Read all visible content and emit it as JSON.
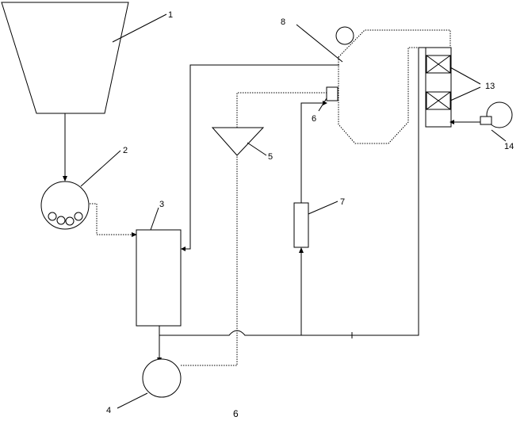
{
  "labels": {
    "l1": "1",
    "l2": "2",
    "l3": "3",
    "l4": "4",
    "l5": "5",
    "l6": "6",
    "l7": "7",
    "l8": "8",
    "l13": "13",
    "l14": "14"
  },
  "caption": "6"
}
